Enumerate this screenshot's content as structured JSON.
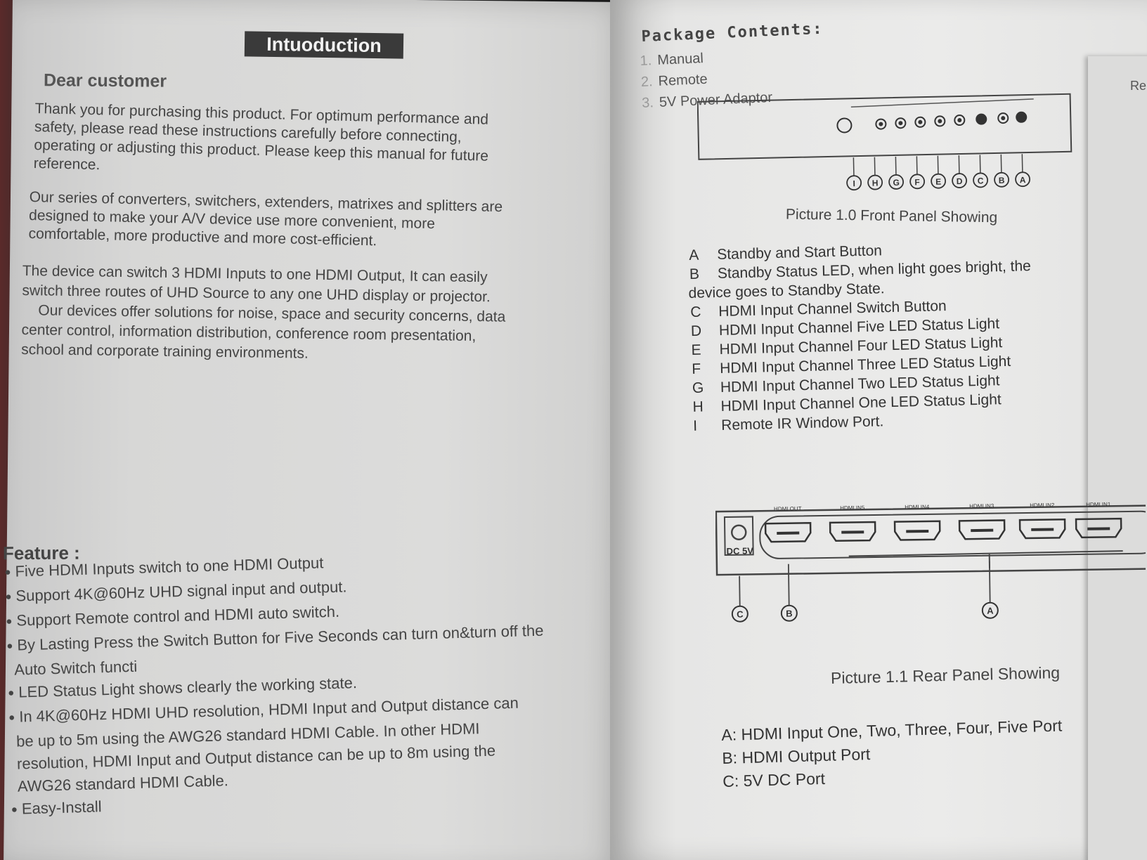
{
  "left_page": {
    "heading": "Intuoduction",
    "greeting": "Dear customer",
    "paragraph1": [
      "Thank you for purchasing this product. For optimum performance and",
      "safety, please read these instructions carefully before connecting,",
      "operating or adjusting this product. Please keep this manual for future",
      "reference."
    ],
    "paragraph2": [
      "Our series of converters, switchers, extenders, matrixes and splitters are",
      "designed to make your A/V device use more convenient, more",
      "comfortable, more productive and more cost-efficient."
    ],
    "paragraph3": [
      "The device can switch 3 HDMI Inputs to one HDMI Output, It can easily",
      "switch three routes of UHD Source to any one UHD display or projector.",
      "    Our devices offer solutions for noise, space and security concerns, data",
      "center control, information distribution, conference room presentation,",
      "school and corporate training environments."
    ],
    "feature_title": "Feature :",
    "features": [
      {
        "text": "Five HDMI Inputs switch to one HDMI Output",
        "cont": []
      },
      {
        "text": "Support 4K@60Hz UHD signal input and output.",
        "cont": []
      },
      {
        "text": "Support Remote control and HDMI auto switch.",
        "cont": []
      },
      {
        "text": "By Lasting Press the Switch Button for Five Seconds can turn on&turn off the",
        "cont": [
          "Auto Switch functi"
        ]
      },
      {
        "text": "LED Status Light shows clearly the working state.",
        "cont": []
      },
      {
        "text": "In 4K@60Hz HDMI UHD resolution, HDMI Input and Output distance can",
        "cont": [
          "be up to 5m using the AWG26 standard HDMI Cable. In other HDMI",
          "resolution, HDMI Input and Output distance can be up to 8m using the",
          "AWG26 standard HDMI Cable."
        ]
      },
      {
        "text": "Easy-Install",
        "cont": []
      }
    ]
  },
  "right_page": {
    "package_title": "Package Contents:",
    "package_items": [
      {
        "num": "1.",
        "label": "Manual"
      },
      {
        "num": "2.",
        "label": "Remote"
      },
      {
        "num": "3.",
        "label": "5V Power Adaptor"
      }
    ],
    "front_caption": "Picture 1.0  Front Panel Showing",
    "front_callouts": [
      "I",
      "H",
      "G",
      "F",
      "E",
      "D",
      "C",
      "B",
      "A"
    ],
    "front_legend": [
      {
        "key": "A",
        "text": "Standby and Start Button"
      },
      {
        "key": "B",
        "text": "Standby Status LED, when light goes bright, the"
      },
      {
        "key": "",
        "text": "device goes to Standby State."
      },
      {
        "key": "C",
        "text": "HDMI Input Channel Switch Button"
      },
      {
        "key": "D",
        "text": "HDMI Input Channel Five LED Status Light"
      },
      {
        "key": "E",
        "text": "HDMI Input Channel Four LED Status Light"
      },
      {
        "key": "F",
        "text": "HDMI Input Channel Three LED Status Light"
      },
      {
        "key": "G",
        "text": "HDMI Input Channel Two LED Status Light"
      },
      {
        "key": "H",
        "text": "HDMI Input Channel One LED Status Light"
      },
      {
        "key": "I",
        "text": "Remote IR Window Port."
      }
    ],
    "rear_port_labels": [
      "HDMI OUT",
      "HDMI IN5",
      "HDMI IN4",
      "HDMI IN3",
      "HDMI IN2",
      "HDMI IN1"
    ],
    "rear_dc_label": "DC 5V",
    "rear_callouts": [
      "C",
      "B",
      "A"
    ],
    "rear_caption": "Picture 1.1  Rear Panel Showing",
    "rear_legend": [
      "A: HDMI Input One, Two, Three, Four, Five Port",
      "B: HDMI Output Port",
      "C: 5V DC Port"
    ],
    "edge_text": "Re"
  },
  "colors": {
    "paper": "#e6e6e5",
    "ink": "#3d3d3d",
    "heading_box": "#3a3a3a"
  }
}
